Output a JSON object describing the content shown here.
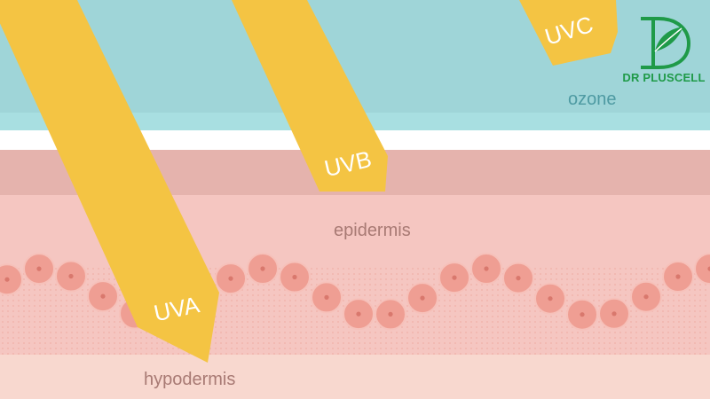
{
  "layers": {
    "ozone": "ozone",
    "epidermis": "epidermis",
    "hypodermis": "hypodermis"
  },
  "rays": {
    "uva": "UVA",
    "uvb": "UVB",
    "uvc": "UVC"
  },
  "brand": {
    "name": "DR PLUSCELL",
    "icon": "leaf-letter-d-icon",
    "color": "#1f9a48"
  },
  "colors": {
    "sky": "#9fd5d8",
    "ozone_band": "#a8dfe1",
    "upper_skin": "#e5b3ad",
    "dermis": "#f5c6c1",
    "hypodermis_band": "#f8d8cf",
    "cell": "#ef9e93",
    "ray": "#f4c443",
    "layer_label": "#a87a74",
    "ozone_label": "#4e9aa2"
  }
}
